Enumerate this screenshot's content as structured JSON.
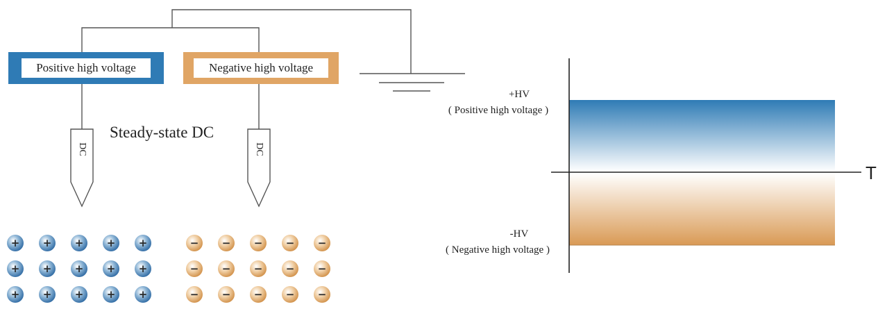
{
  "sources": {
    "positive": {
      "label": "Positive high voltage"
    },
    "negative": {
      "label": "Negative high voltage"
    }
  },
  "mode_label": "Steady-state DC",
  "electrodes": {
    "left": {
      "label": "DC"
    },
    "right": {
      "label": "DC"
    }
  },
  "charges": {
    "positive": {
      "symbol": "+",
      "rows": 3,
      "cols": 5
    },
    "negative": {
      "symbol": "−",
      "rows": 3,
      "cols": 5
    }
  },
  "plot": {
    "axis_label": "T",
    "positive_level": {
      "line1": "+HV",
      "line2": "( Positive high voltage )"
    },
    "negative_level": {
      "line1": "-HV",
      "line2": "( Negative high voltage )"
    },
    "waveform": "steady DC",
    "positive_value_fraction": 1.0,
    "negative_value_fraction": -1.0
  },
  "colors": {
    "positive": "#2f7bb5",
    "negative": "#d99a55",
    "wire": "#555555"
  }
}
